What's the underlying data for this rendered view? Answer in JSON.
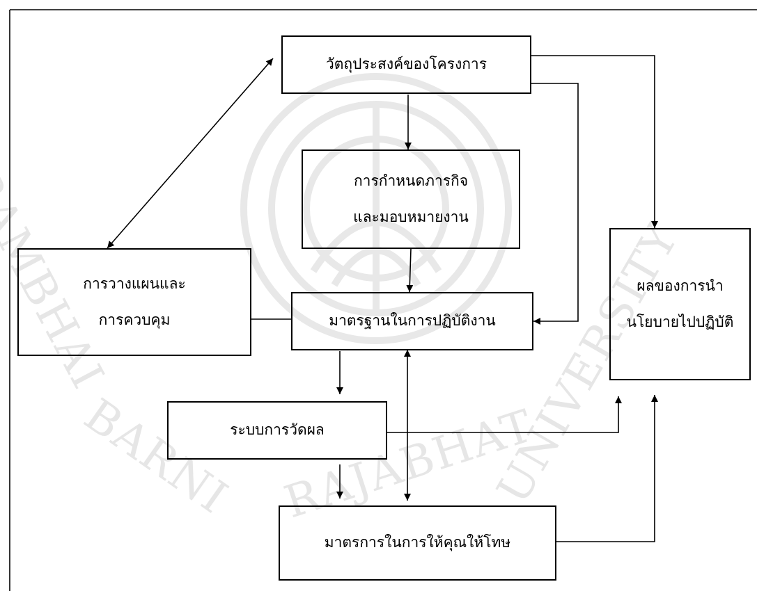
{
  "watermark": {
    "seal": "university-seal-icon",
    "ring_text": [
      "RAMBHAI",
      "BARNI",
      "RAJABHAT",
      "UNIVERSITY"
    ]
  },
  "boxes": {
    "objectives": "วัตถุประสงค์ของโครงการ",
    "missions_l1": "การกำหนดภารกิจ",
    "missions_l2": "และมอบหมายงาน",
    "planning_l1": "การวางแผนและ",
    "planning_l2": "การควบคุม",
    "standards": "มาตรฐานในการปฏิบัติงาน",
    "evaluation": "ระบบการวัดผล",
    "rewards": "มาตรการในการให้คุณให้โทษ",
    "outcome_l1": "ผลของการนำ",
    "outcome_l2": "นโยบายไปปฏิบัติ"
  },
  "colors": {
    "line": "#000000",
    "watermark": "#e6e6e6"
  }
}
